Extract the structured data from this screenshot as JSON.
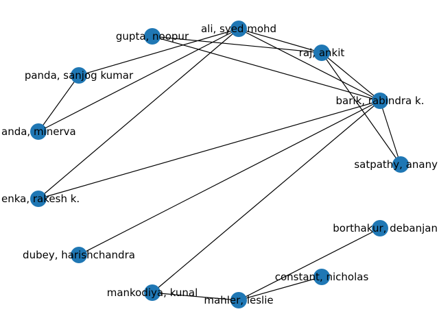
{
  "graph": {
    "node_color": "#1f77b4",
    "edge_color": "#000000",
    "nodes": [
      {
        "id": "ali",
        "label": "ali, syed mohd"
      },
      {
        "id": "gupta",
        "label": "gupta, noopur"
      },
      {
        "id": "raj",
        "label": "raj, ankit"
      },
      {
        "id": "panda_s",
        "label": "panda, sanjog kumar"
      },
      {
        "id": "barik",
        "label": "barik, rabindra k."
      },
      {
        "id": "panda_m",
        "label": "anda, minerva"
      },
      {
        "id": "satpathy",
        "label": "satpathy, anany"
      },
      {
        "id": "renka",
        "label": "enka, rakesh k."
      },
      {
        "id": "borthakur",
        "label": "borthakur, debanjan"
      },
      {
        "id": "dubey",
        "label": "dubey, harishchandra"
      },
      {
        "id": "constant",
        "label": "constant, nicholas"
      },
      {
        "id": "mankodiya",
        "label": "mankodiya, kunal"
      },
      {
        "id": "mahler",
        "label": "mahler, leslie"
      }
    ],
    "edges": [
      [
        "gupta",
        "raj"
      ],
      [
        "gupta",
        "barik"
      ],
      [
        "ali",
        "raj"
      ],
      [
        "ali",
        "barik"
      ],
      [
        "ali",
        "panda_s"
      ],
      [
        "ali",
        "panda_m"
      ],
      [
        "ali",
        "renka"
      ],
      [
        "panda_s",
        "panda_m"
      ],
      [
        "raj",
        "barik"
      ],
      [
        "raj",
        "satpathy"
      ],
      [
        "barik",
        "satpathy"
      ],
      [
        "barik",
        "renka"
      ],
      [
        "barik",
        "dubey"
      ],
      [
        "barik",
        "mankodiya"
      ],
      [
        "mankodiya",
        "mahler"
      ],
      [
        "mahler",
        "constant"
      ],
      [
        "mahler",
        "borthakur"
      ]
    ]
  }
}
